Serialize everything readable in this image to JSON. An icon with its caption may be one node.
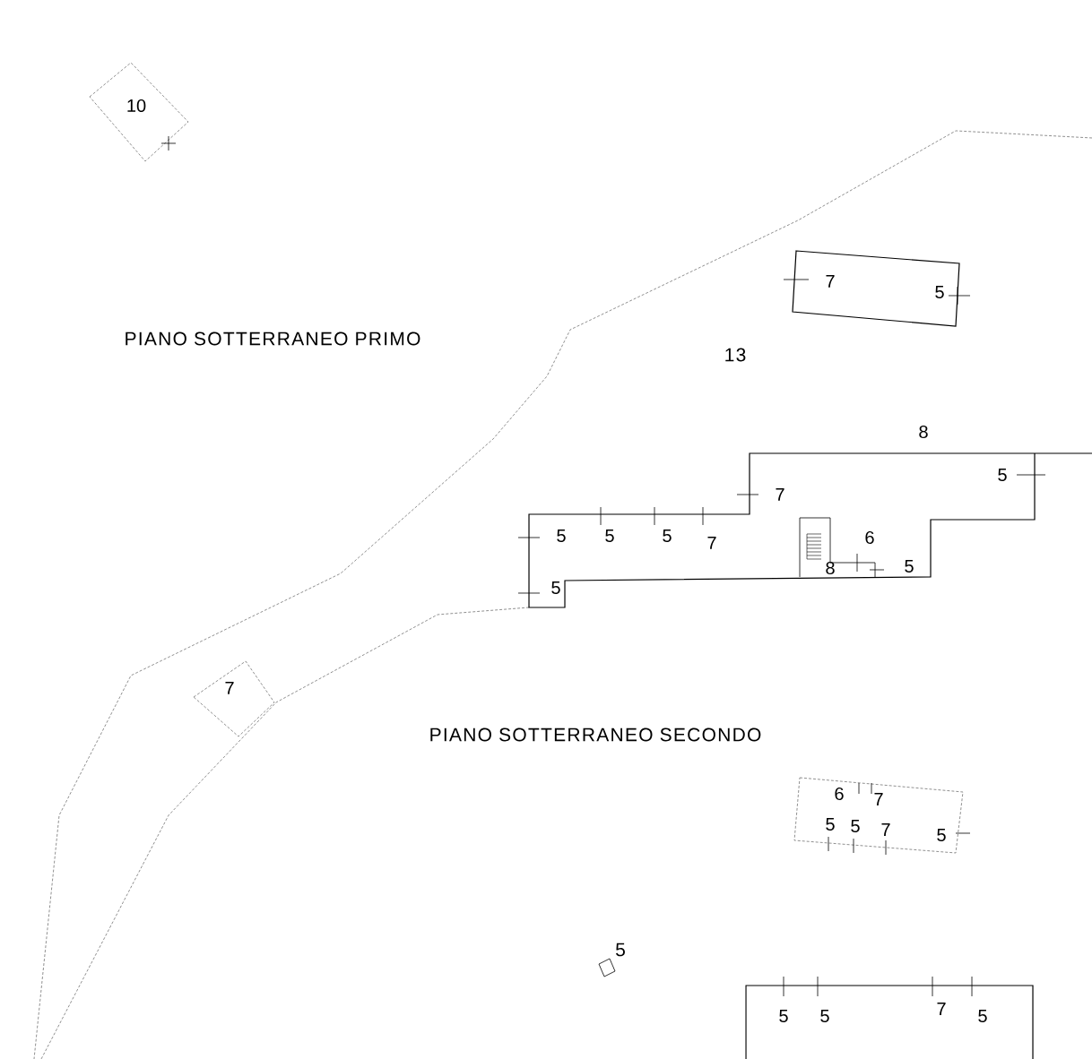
{
  "diagram": {
    "nodes": [
      {
        "text": [
          "10"
        ]
      },
      {
        "text": [
          "7",
          "5"
        ]
      },
      {
        "text": [
          "8",
          "7",
          "5",
          "5",
          "5",
          "7",
          "5",
          "6",
          "8",
          "5",
          "5"
        ]
      },
      {
        "text": [
          "7"
        ]
      },
      {
        "text": [
          "6",
          "7",
          "5",
          "5",
          "7",
          "5"
        ]
      },
      {
        "text": [
          "5",
          "5",
          "7",
          "5"
        ]
      }
    ],
    "labels": [
      "PIANO SOTTERRANEO PRIMO",
      "13",
      "PIANO SOTTERRANEO SECONDO",
      "5"
    ]
  }
}
